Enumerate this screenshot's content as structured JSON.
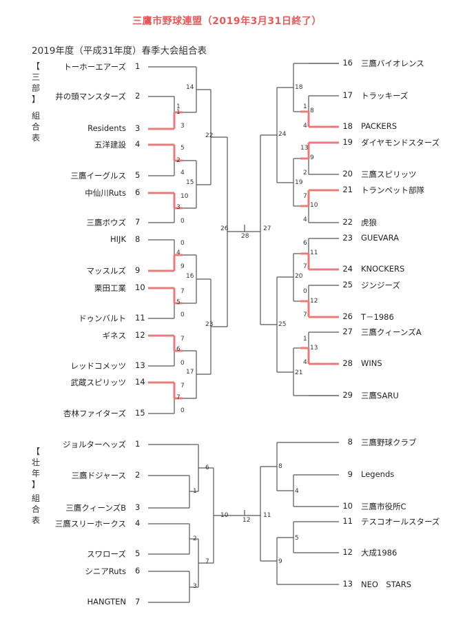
{
  "header": {
    "title": "三鷹市野球連盟（2019年3月31日終了）",
    "subtitle": "2019年度（平成31年度）春季大会組合表"
  },
  "colors": {
    "title": "#e25a5a",
    "winner_path": "#e87a7a",
    "line": "#555555"
  },
  "sections": [
    {
      "label_lines": [
        "【",
        "三",
        "部",
        "】"
      ],
      "label2_lines": [
        "組",
        "合",
        "表"
      ],
      "left_teams": [
        {
          "seed": "1",
          "name": "トーホーエアーズ"
        },
        {
          "seed": "2",
          "name": "井の頭マンスターズ"
        },
        {
          "seed": "3",
          "name": "Residents"
        },
        {
          "seed": "4",
          "name": "五洋建設"
        },
        {
          "seed": "5",
          "name": "三鷹イーグルス"
        },
        {
          "seed": "6",
          "name": "中仙川Ruts"
        },
        {
          "seed": "7",
          "name": "三鷹ボウズ"
        },
        {
          "seed": "8",
          "name": "HIJK"
        },
        {
          "seed": "9",
          "name": "マッスルズ"
        },
        {
          "seed": "10",
          "name": "栗田工業"
        },
        {
          "seed": "11",
          "name": "ドゥンバルト"
        },
        {
          "seed": "12",
          "name": "ギネス"
        },
        {
          "seed": "13",
          "name": "レッドコメッツ"
        },
        {
          "seed": "14",
          "name": "武蔵スピリッツ"
        },
        {
          "seed": "15",
          "name": "杏林ファイターズ"
        }
      ],
      "right_teams": [
        {
          "seed": "16",
          "name": "三鷹バイオレンス"
        },
        {
          "seed": "17",
          "name": "トラッキーズ"
        },
        {
          "seed": "18",
          "name": "PACKERS"
        },
        {
          "seed": "19",
          "name": "ダイヤモンドスターズ"
        },
        {
          "seed": "20",
          "name": "三鷹スピリッツ"
        },
        {
          "seed": "21",
          "name": "トランペット部隊"
        },
        {
          "seed": "22",
          "name": "虎狼"
        },
        {
          "seed": "23",
          "name": "GUEVARA"
        },
        {
          "seed": "24",
          "name": "KNOCKERS"
        },
        {
          "seed": "25",
          "name": "ジンジーズ"
        },
        {
          "seed": "26",
          "name": "T－1986"
        },
        {
          "seed": "27",
          "name": "三鷹クィーンズA"
        },
        {
          "seed": "28",
          "name": "WINS"
        },
        {
          "seed": "29",
          "name": "三鷹SARU"
        }
      ],
      "scores": [
        "14",
        "1",
        "1",
        "3",
        "5",
        "2",
        "4",
        "15",
        "10",
        "3",
        "0",
        "0",
        "4",
        "9",
        "16",
        "7",
        "5",
        "0",
        "23",
        "7",
        "6",
        "0",
        "17",
        "7",
        "7",
        "0",
        "22",
        "26",
        "28",
        "27",
        "18",
        "1",
        "8",
        "4",
        "13",
        "9",
        "2",
        "19",
        "7",
        "10",
        "4",
        "24",
        "6",
        "11",
        "7",
        "0",
        "12",
        "7",
        "20",
        "25",
        "1",
        "13",
        "4",
        "21"
      ]
    },
    {
      "label_lines": [
        "【",
        "壮",
        "年",
        "】"
      ],
      "label2_lines": [
        "組",
        "合",
        "表"
      ],
      "left_teams": [
        {
          "seed": "1",
          "name": "ジョルターヘッズ"
        },
        {
          "seed": "2",
          "name": "三鷹ドジャース"
        },
        {
          "seed": "3",
          "name": "三鷹クィーンズB"
        },
        {
          "seed": "4",
          "name": "三鷹スリーホークス"
        },
        {
          "seed": "5",
          "name": "スワローズ"
        },
        {
          "seed": "6",
          "name": "シニアRuts"
        },
        {
          "seed": "7",
          "name": "HANGTEN"
        }
      ],
      "right_teams": [
        {
          "seed": "8",
          "name": "三鷹野球クラブ"
        },
        {
          "seed": "9",
          "name": "Legends"
        },
        {
          "seed": "10",
          "name": "三鷹市役所C"
        },
        {
          "seed": "11",
          "name": "テスコオールスターズ"
        },
        {
          "seed": "12",
          "name": "大成1986"
        },
        {
          "seed": "13",
          "name": "NEO　STARS"
        }
      ],
      "scores": [
        "6",
        "1",
        "2",
        "7",
        "3",
        "10",
        "12",
        "11",
        "8",
        "4",
        "5",
        "9"
      ]
    }
  ]
}
